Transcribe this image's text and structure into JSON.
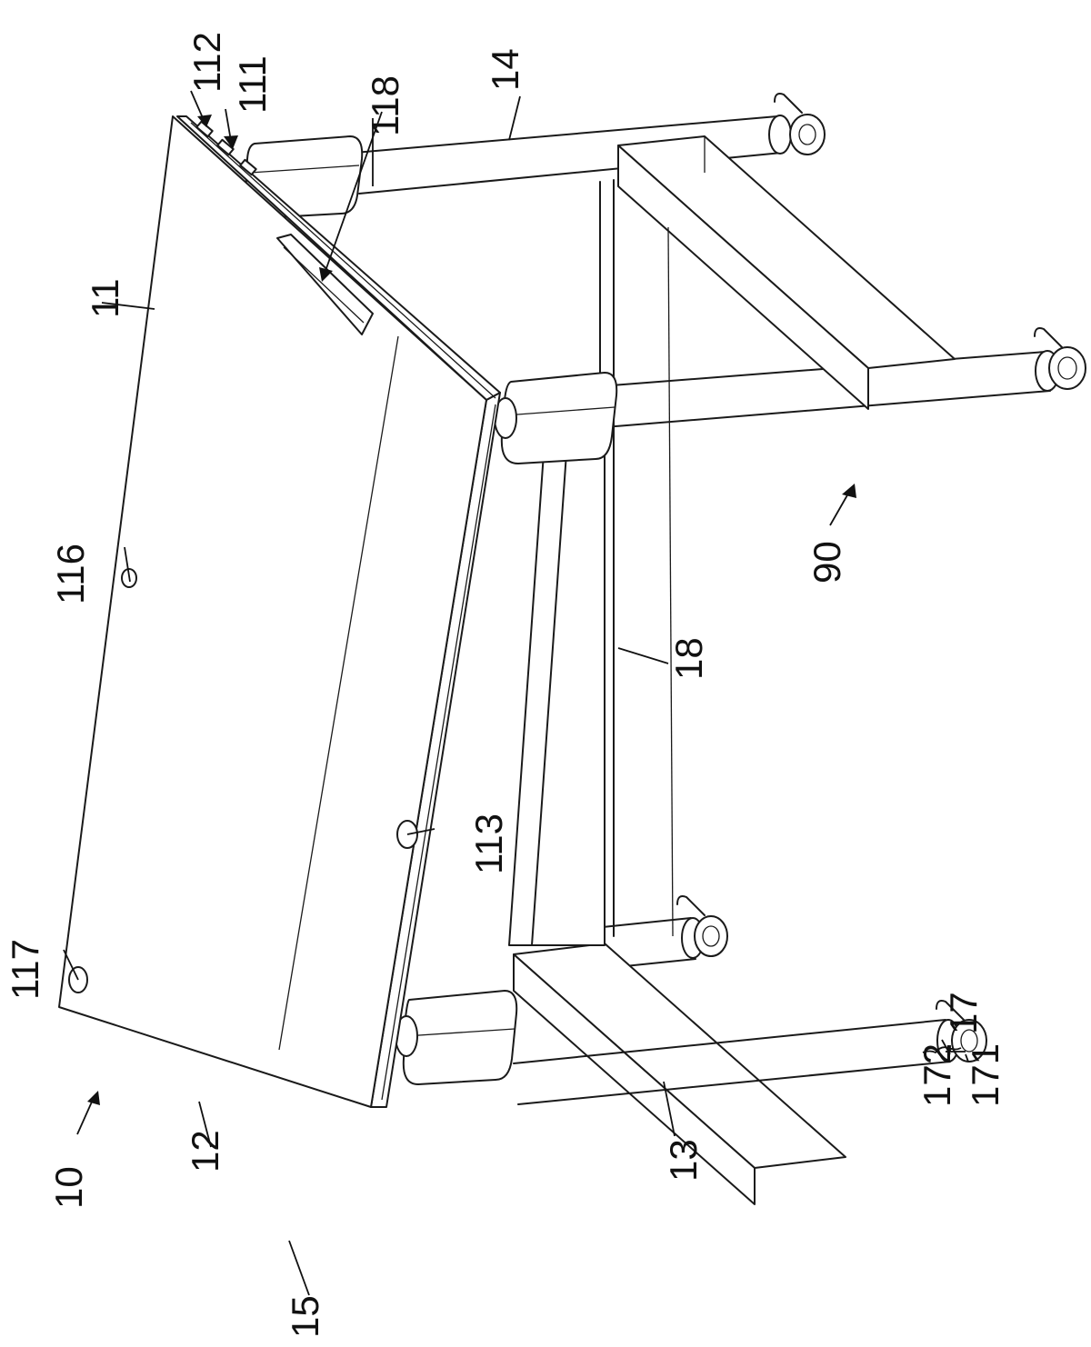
{
  "labels": {
    "l10": "10",
    "l11": "11",
    "l12": "12",
    "l13": "13",
    "l14": "14",
    "l15": "15",
    "l17": "17",
    "l18": "18",
    "l90": "90",
    "l111": "111",
    "l112": "112",
    "l113": "113",
    "l116": "116",
    "l117": "117",
    "l118": "118",
    "l171": "171",
    "l172": "172"
  }
}
